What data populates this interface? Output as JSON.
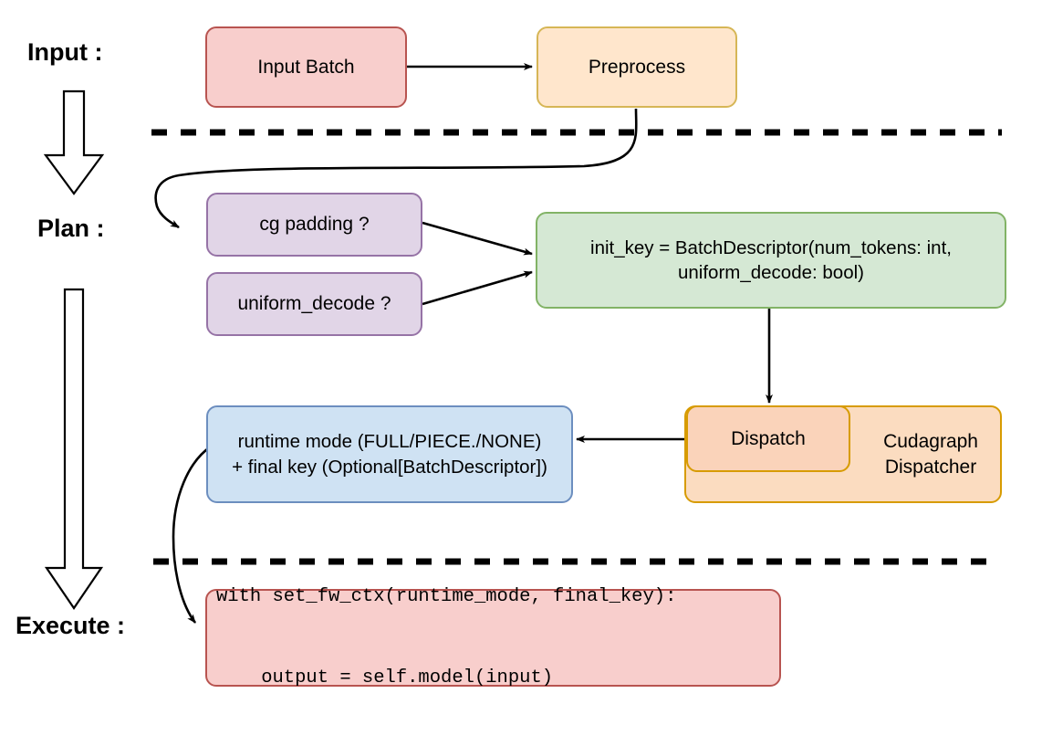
{
  "diagram": {
    "title": "vLLM cudagraph dispatch pipeline",
    "type": "flowchart",
    "background": "#ffffff",
    "stage_labels": [
      {
        "id": "input",
        "text": "Input :"
      },
      {
        "id": "plan",
        "text": "Plan :"
      },
      {
        "id": "execute",
        "text": "Execute :"
      }
    ],
    "nodes": [
      {
        "id": "input-batch",
        "label": "Input Batch",
        "fill": "#f8cecc",
        "stroke": "#b85450"
      },
      {
        "id": "preprocess",
        "label": "Preprocess",
        "fill": "#ffe6cc",
        "stroke": "#d6b656"
      },
      {
        "id": "cg-padding",
        "label": "cg padding ?",
        "fill": "#e1d5e7",
        "stroke": "#9673a6"
      },
      {
        "id": "uniform-decode",
        "label": "uniform_decode ?",
        "fill": "#e1d5e7",
        "stroke": "#9673a6"
      },
      {
        "id": "init-key",
        "label_lines": [
          "init_key = BatchDescriptor(num_tokens: int,",
          "uniform_decode: bool)"
        ],
        "fill": "#d5e8d4",
        "stroke": "#82b366"
      },
      {
        "id": "cudagraph-dispatcher",
        "label_lines": [
          "Cudagraph",
          "Dispatcher"
        ],
        "fill": "#fbdcc0",
        "stroke": "#d79b00"
      },
      {
        "id": "dispatch",
        "label": "Dispatch",
        "fill": "#fad3ba",
        "stroke": "#d79b00"
      },
      {
        "id": "runtime-mode",
        "label_lines": [
          "runtime mode (FULL/PIECE./NONE)",
          "+ final key (Optional[BatchDescriptor])"
        ],
        "fill": "#cfe2f3",
        "stroke": "#6c8ebf"
      },
      {
        "id": "execute-code",
        "label_lines": [
          "with set_fw_ctx(runtime_mode, final_key):",
          "    output = self.model(input)"
        ],
        "fill": "#f8cecc",
        "stroke": "#b85450"
      }
    ],
    "separators": [
      {
        "id": "input-plan-divider",
        "style": "dashed",
        "color": "#000000"
      },
      {
        "id": "plan-execute-divider",
        "style": "dashed",
        "color": "#000000"
      }
    ],
    "connectors": [
      {
        "id": "input-batch-to-preprocess",
        "from": "input-batch",
        "to": "preprocess"
      },
      {
        "id": "preprocess-to-cg-padding",
        "from": "preprocess",
        "to": "cg-padding"
      },
      {
        "id": "cg-padding-to-init-key",
        "from": "cg-padding",
        "to": "init-key"
      },
      {
        "id": "uniform-decode-to-init-key",
        "from": "uniform-decode",
        "to": "init-key"
      },
      {
        "id": "init-key-to-dispatch",
        "from": "init-key",
        "to": "dispatch"
      },
      {
        "id": "dispatch-to-runtime-mode",
        "from": "dispatch",
        "to": "runtime-mode"
      },
      {
        "id": "runtime-mode-to-execute-code",
        "from": "runtime-mode",
        "to": "execute-code"
      }
    ],
    "flow_arrows": [
      {
        "id": "input-to-plan-arrow",
        "direction": "down"
      },
      {
        "id": "plan-to-execute-arrow",
        "direction": "down"
      }
    ]
  }
}
